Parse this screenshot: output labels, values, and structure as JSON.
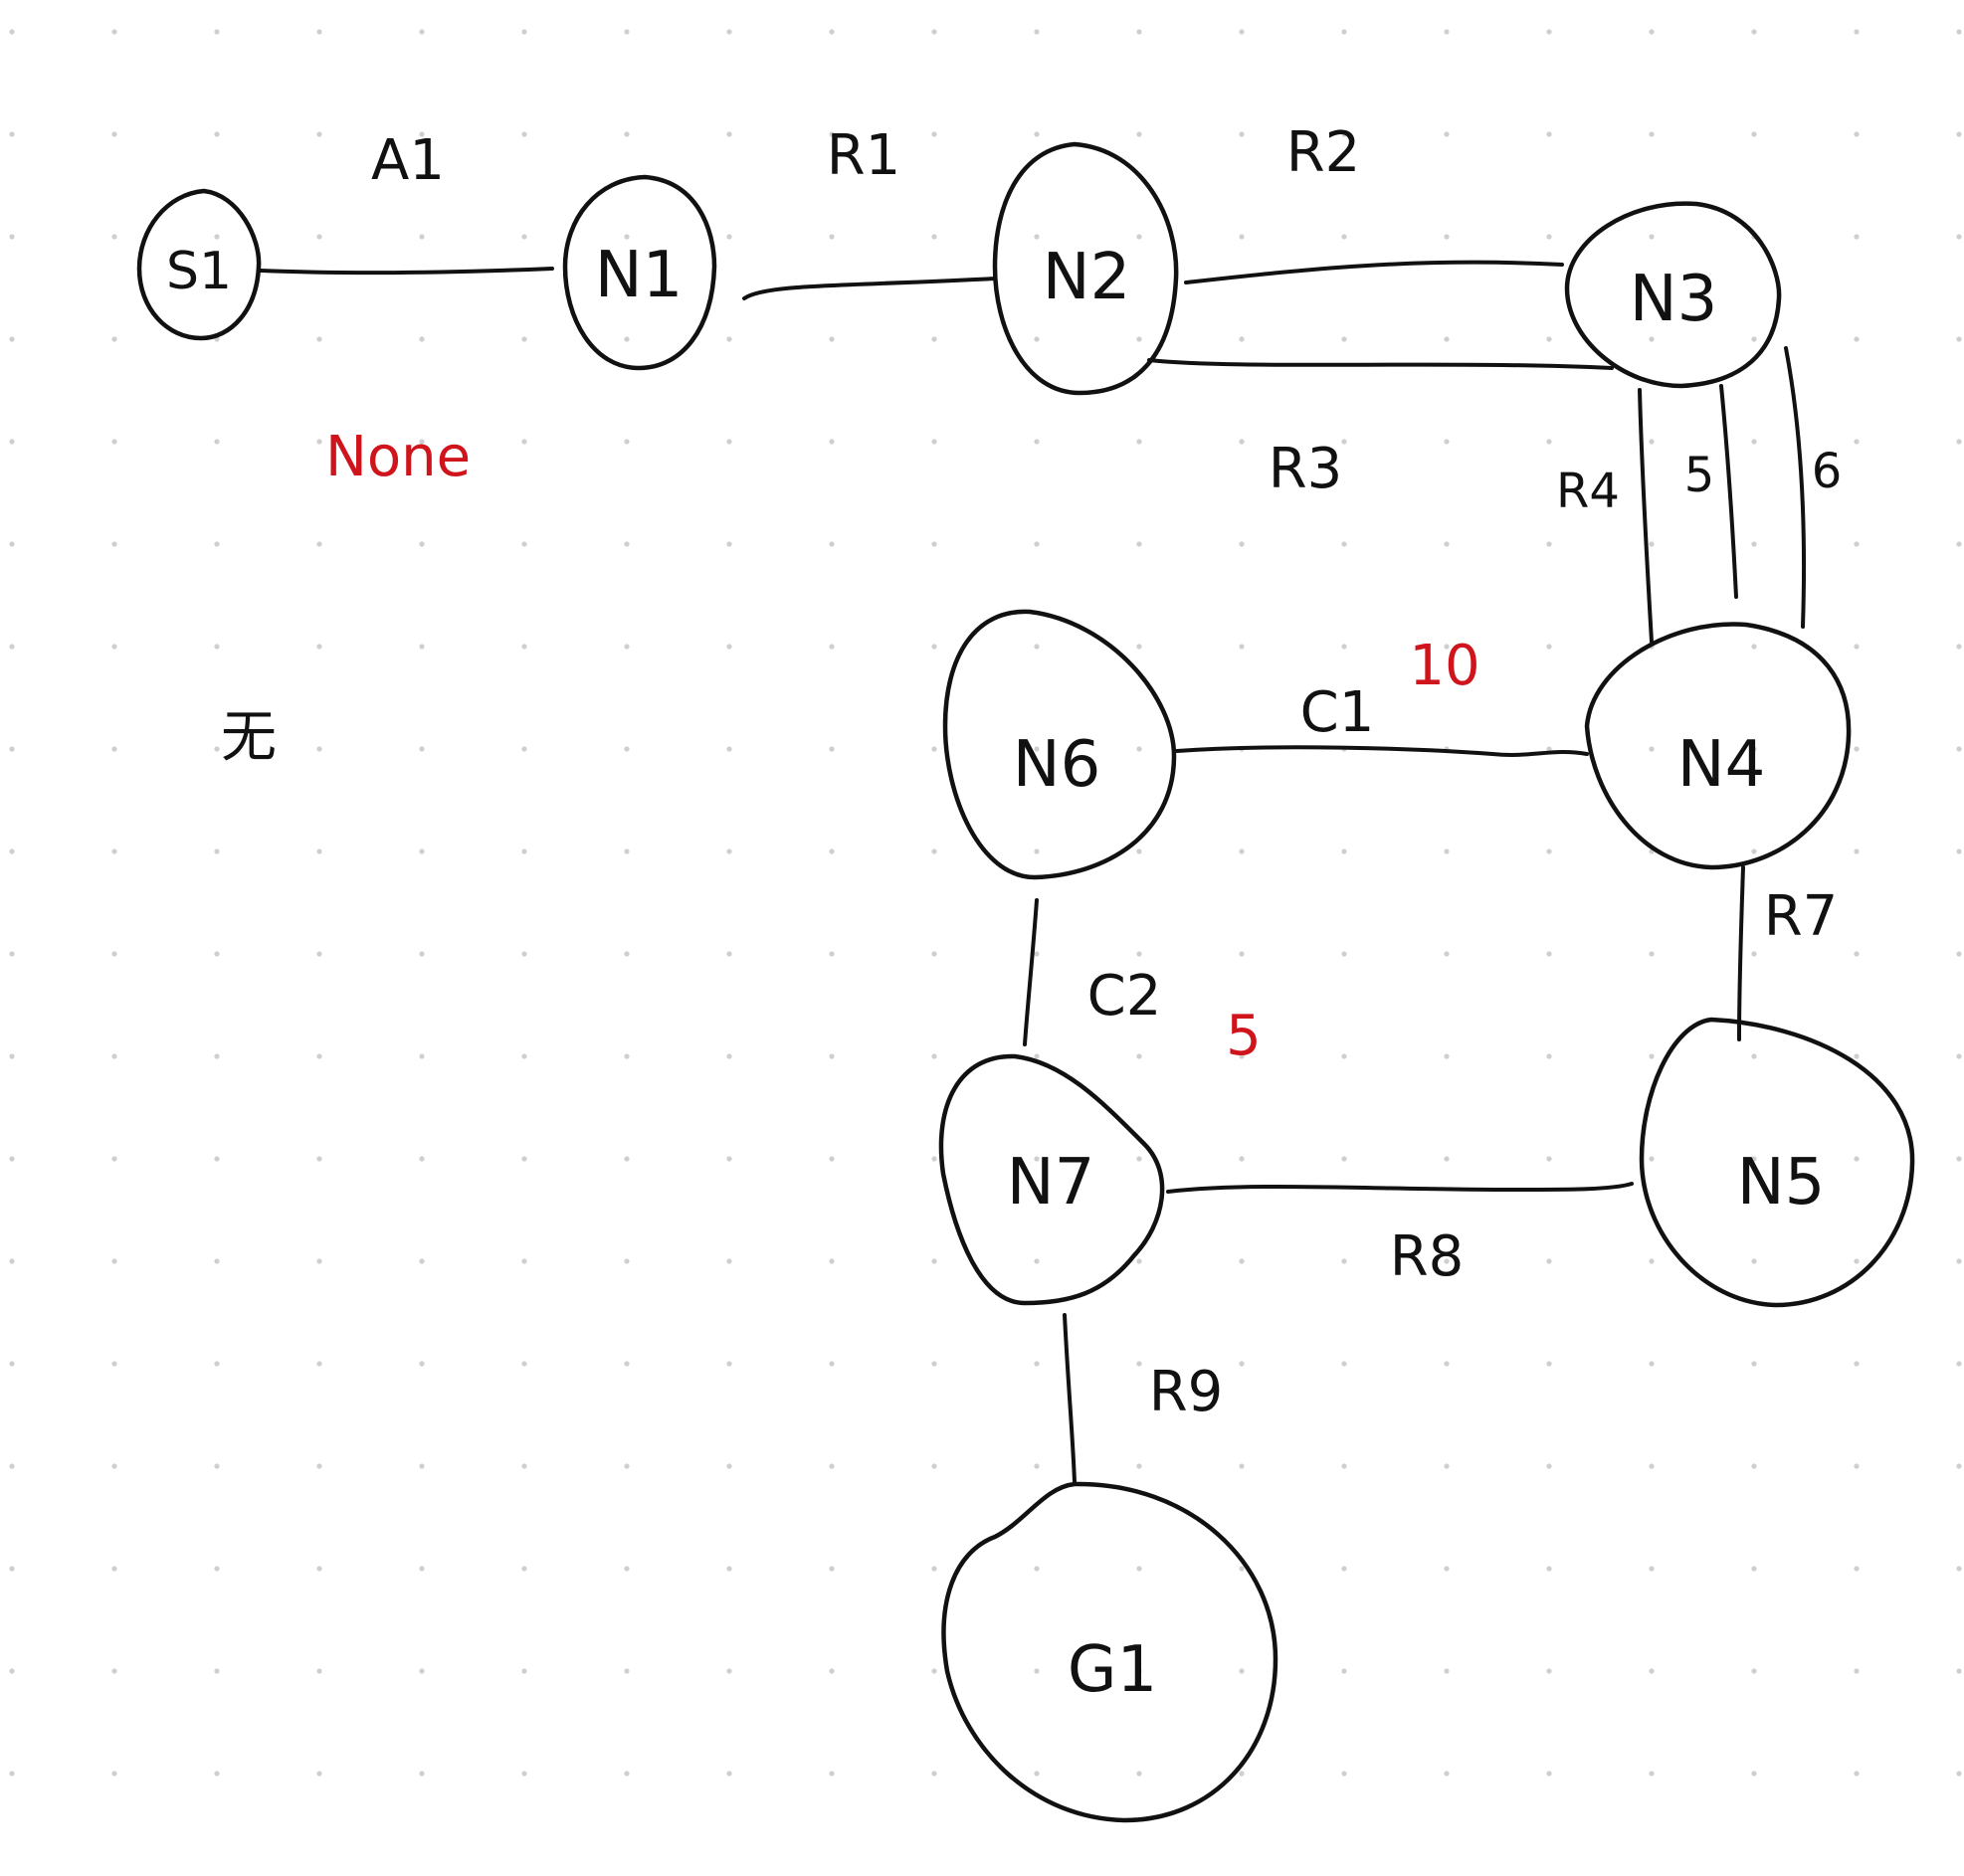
{
  "colors": {
    "ink": "#111111",
    "annotation": "#d0141c",
    "grid_dot": "#cfcfcf",
    "background": "#ffffff"
  },
  "nodes": {
    "s1": "S1",
    "n1": "N1",
    "n2": "N2",
    "n3": "N3",
    "n4": "N4",
    "n5": "N5",
    "n6": "N6",
    "n7": "N7",
    "g1": "G1"
  },
  "edges": {
    "s1_n1": "A1",
    "n1_n2": "R1",
    "n2_n3_top": "R2",
    "n2_n3_bottom": "R3",
    "n3_n4_a": "R4",
    "n3_n4_b": "5",
    "n3_n4_c": "6",
    "n6_n4": "C1",
    "n6_n7": "C2",
    "n4_n5": "R7",
    "n7_n5": "R8",
    "n7_g1": "R9"
  },
  "annotations": {
    "none_note": "None",
    "c1_cost": "10",
    "c2_cost": "5",
    "side_mark": "无"
  }
}
